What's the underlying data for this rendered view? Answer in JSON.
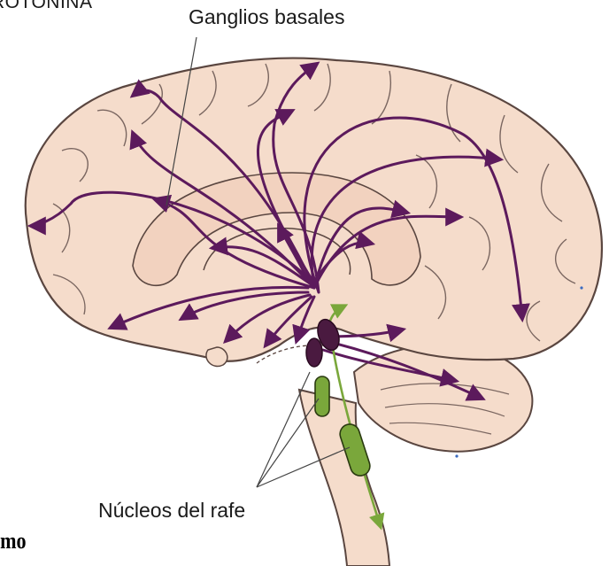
{
  "title_fragment": "ROTONINA",
  "labels": {
    "ganglios": "Ganglios basales",
    "nucleos": "Núcleos del rafe"
  },
  "footer_fragment": "imo",
  "colors": {
    "brain_fill": "#f5dccb",
    "brain_outline": "#5a4640",
    "pathway": "#5c1a5c",
    "raphe_green": "#7aa73b",
    "raphe_dark": "#4a1a40"
  }
}
